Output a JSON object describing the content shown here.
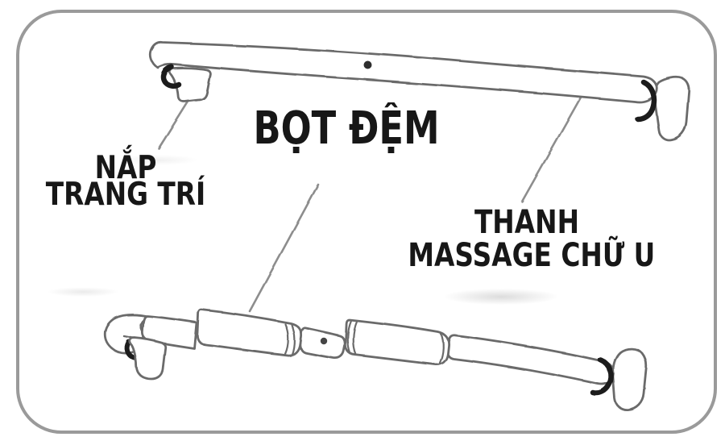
{
  "diagram": {
    "title_context": "U-shaped massage bar parts diagram",
    "labels": {
      "decorative_cap": {
        "line1": "NẮP",
        "line2": "TRANG TRÍ"
      },
      "foam_padding": {
        "text": "BỌT ĐỆM"
      },
      "u_massage_bar": {
        "line1": "THANH",
        "line2": "MASSAGE CHỮ U"
      }
    },
    "colors": {
      "frame_border": "#9a9a9a",
      "sketch_line": "#6b6b6b",
      "dark_accent": "#1a1a1a",
      "leader_line": "#8d8d8d",
      "label_text": "#171717",
      "background": "#ffffff"
    }
  }
}
